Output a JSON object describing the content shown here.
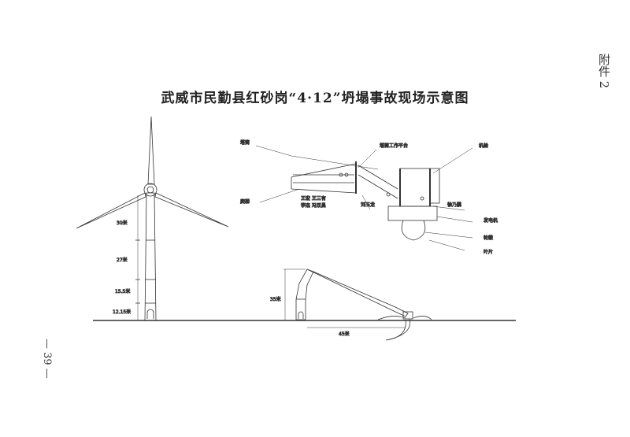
{
  "document": {
    "attachment_label": "附件 2",
    "title": "武威市民勤县红砂岗“4·12”坍塌事故现场示意图",
    "page_number": "— 39 —"
  },
  "tower_dimensions": {
    "seg1": "30米",
    "seg2": "27米",
    "seg3": "15.5米",
    "seg4": "12.15米"
  },
  "collapse_dimensions": {
    "height": "35米",
    "distance": "45米"
  },
  "detail_labels": {
    "tower_tube": "塔筒",
    "platform": "塔筒工作平台",
    "nacelle": "机舱",
    "ladder": "爬梯",
    "names_a": "王宏  王三有",
    "names_b": "李杰  冯双昌",
    "name_c": "刘玉龙",
    "name_d": "徐乃鹏",
    "generator": "发电机",
    "hub": "轮毂",
    "blade": "叶片"
  }
}
